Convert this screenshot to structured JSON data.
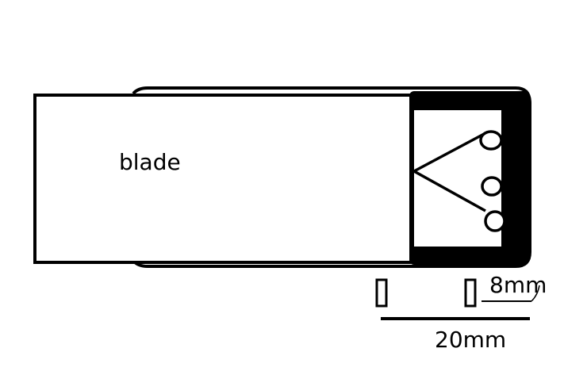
{
  "diagram": {
    "blade_label": "blade",
    "dimension_small": "8mm",
    "dimension_total": "20mm"
  },
  "colors": {
    "stroke": "#000000",
    "fill": "#ffffff"
  }
}
